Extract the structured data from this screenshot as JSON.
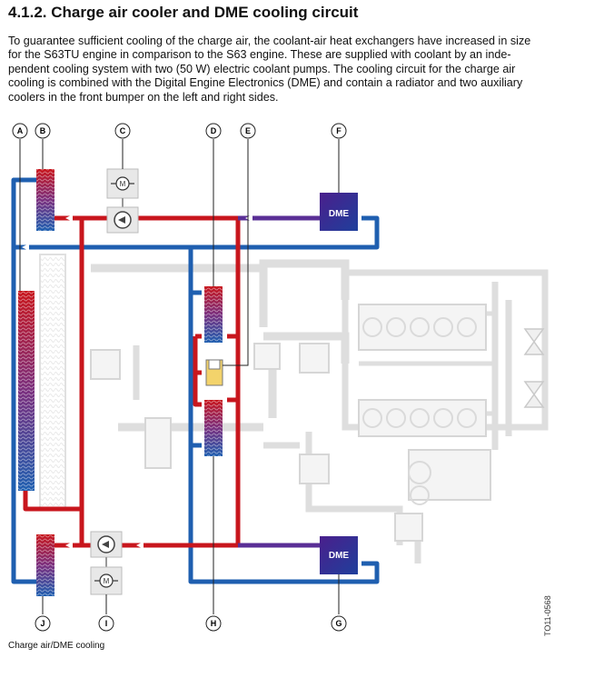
{
  "heading": "4.1.2. Charge air cooler and DME cooling circuit",
  "intro_lines": [
    "To guarantee sufficient cooling of the charge air, the coolant-air heat exchangers have increased in size",
    "for the S63TU engine in comparison to the S63 engine. These are supplied with coolant by an inde-",
    "pendent cooling system with two (50 W) electric coolant pumps. The cooling circuit for the charge air",
    "cooling is combined with the Digital Engine Electronics (DME) and contain a radiator and two auxiliary",
    "coolers in the front bumper on the left and right sides."
  ],
  "callouts_top": [
    "A",
    "B",
    "C",
    "D",
    "E",
    "F"
  ],
  "callouts_bottom": [
    "J",
    "I",
    "H",
    "G"
  ],
  "dme_label_top": "DME",
  "dme_label_bottom": "DME",
  "motor_symbol": "M",
  "caption": "Charge air/DME cooling",
  "doc_id": "TO11-0568",
  "colors": {
    "hot": "#c8161d",
    "cold": "#1f5fb0",
    "dme": "#3a2a8c",
    "ghost": "#dcdcdc"
  }
}
